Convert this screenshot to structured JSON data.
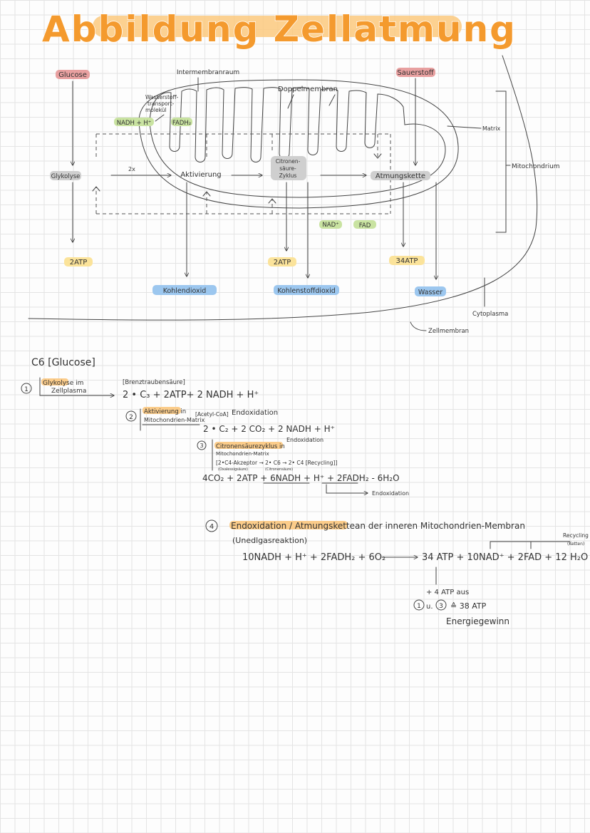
{
  "title": "Abbildung Zellatmung",
  "colors": {
    "title": "#f49a2e",
    "title_bar": "#fbc97e",
    "red_hl": "#e8a0a0",
    "gray_hl": "#cfcfcf",
    "green_hl": "#c9e3a1",
    "yellow_hl": "#fbe39a",
    "blue_hl": "#9cc7ef",
    "orange_hl": "#fbcc8a"
  },
  "diagram": {
    "glucose": "Glucose",
    "sauerstoff": "Sauerstoff",
    "intermembranraum": "Intermembranraum",
    "doppelmembran": "Doppelmembran",
    "wasserstoff": [
      "Wasserstoff-",
      "transport-",
      "molekül"
    ],
    "nadh": "NADH + H⁺",
    "fadh": "FADH₂",
    "matrix": "Matrix",
    "mitochondrium": "Mitochondrium",
    "glykolyse": "Glykolyse",
    "factor_2x": "2x",
    "aktivierung": "Aktivierung",
    "citronen": [
      "Citronen-",
      "säure-",
      "Zyklus"
    ],
    "atmungskette": "Atmungskette",
    "nad": "NAD⁺",
    "fad": "FAD",
    "atp_2a": "2ATP",
    "atp_2b": "2ATP",
    "atp_34": "34ATP",
    "kohlendioxid_1": "Kohlendioxid",
    "kohlendioxid_2": "Kohlenstoffdioxid",
    "wasser": "Wasser",
    "cytoplasma": "Cytoplasma",
    "zellmembran": "Zellmembran"
  },
  "notes": {
    "c6": "C6 [Glucose]",
    "step1_num": "1",
    "step1_label": [
      "Glykolyse im",
      "Zellplasma"
    ],
    "brenz": "[Brenztraubensäure]",
    "eq1": "2 • C₃  + 2ATP+ 2 NADH + H⁺",
    "step2_num": "2",
    "step2_label": [
      "Aktivierung in",
      "Mitochondrien-Matrix"
    ],
    "acetyl": "[Acetyl-CoA]",
    "endox_a": "Endoxidation",
    "eq2": "2 • C₂  +  2 CO₂  +  2 NADH + H⁺",
    "endox_b": "Endoxidation",
    "step3_num": "3",
    "step3_label": [
      "Citronensäurezyklus in",
      "Mitochondrien-Matrix"
    ],
    "c4line": "[2•C4-Akzeptor → 2• C6 → 2• C4 [Recycling]]",
    "oxal": "(Oxalessigsäure)",
    "citron_small": "(Citronensäure)",
    "eq3": "4CO₂ + 2ATP + 6NADH + H⁺  + 2FADH₂ - 6H₂O",
    "endox_c": "Endoxidation",
    "step4_num": "4",
    "step4_title": "Endoxidation / Atmungskette",
    "step4_rest": "an der inneren Mitochondrien-Membran",
    "unedel": "(Unedlgasreaktion)",
    "eq4_left": "10NADH + H⁺  + 2FADH₂ +  6O₂",
    "eq4_right": "34 ATP  +  10NAD⁺ + 2FAD  + 12 H₂O",
    "recycling": [
      "Recycling",
      "(Ketten)"
    ],
    "plus4": "+ 4 ATP aus",
    "num1": "1",
    "und": "u.",
    "num3": "3",
    "total": "≙ 38 ATP",
    "energie": "Energiegewinn"
  }
}
